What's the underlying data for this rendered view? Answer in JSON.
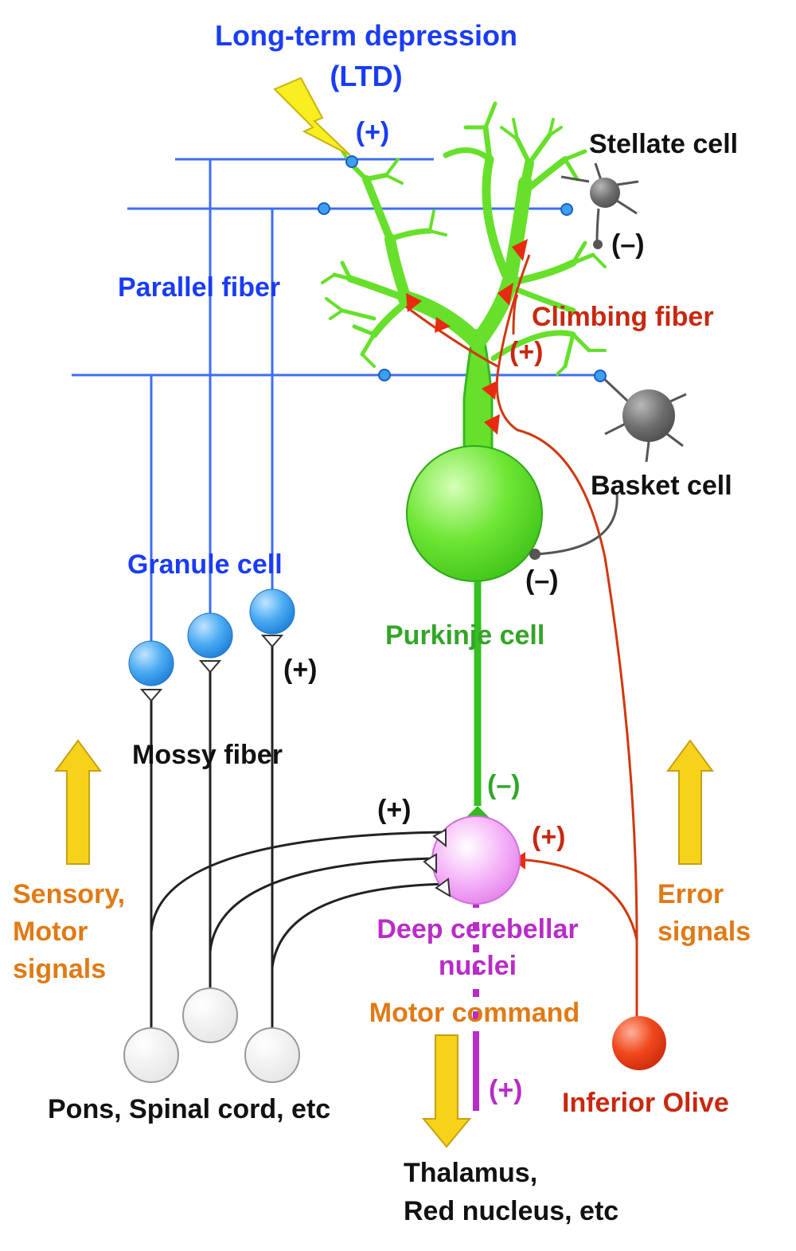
{
  "title": {
    "line1": "Long-term depression",
    "line2": "(LTD)"
  },
  "labels": {
    "ltd_sign": "(+)",
    "stellate_cell": "Stellate cell",
    "stellate_sign": "(–)",
    "parallel_fiber": "Parallel fiber",
    "climbing_fiber": "Climbing fiber",
    "climbing_sign": "(+)",
    "basket_cell": "Basket cell",
    "basket_sign": "(–)",
    "granule_cell": "Granule cell",
    "purkinje_cell": "Purkinje cell",
    "granule_sign": "(+)",
    "mossy_fiber": "Mossy fiber",
    "mossy_sign": "(+)",
    "purkinje_sign": "(–)",
    "olive_sign": "(+)",
    "sensory_line1": "Sensory,",
    "sensory_line2": "Motor",
    "sensory_line3": "signals",
    "error_line1": "Error",
    "error_line2": "signals",
    "deep_line1": "Deep cerebellar",
    "deep_line2": "nuclei",
    "motor_command": "Motor command",
    "output_sign": "(+)",
    "pons": "Pons, Spinal cord, etc",
    "inferior_olive": "Inferior Olive",
    "thalamus_line1": "Thalamus,",
    "thalamus_line2": "Red nucleus, etc"
  },
  "colors": {
    "blue": "#1a3cf5",
    "fiber_blue": "#3d6ef2",
    "green": "#33a528",
    "purkinje_green": "#66e02a",
    "red": "#c8280f",
    "climbing_red": "#d0380f",
    "black": "#111111",
    "gray": "#555555",
    "orange": "#e07a14",
    "magenta": "#b82cc8",
    "yellow": "#f7d21a"
  }
}
